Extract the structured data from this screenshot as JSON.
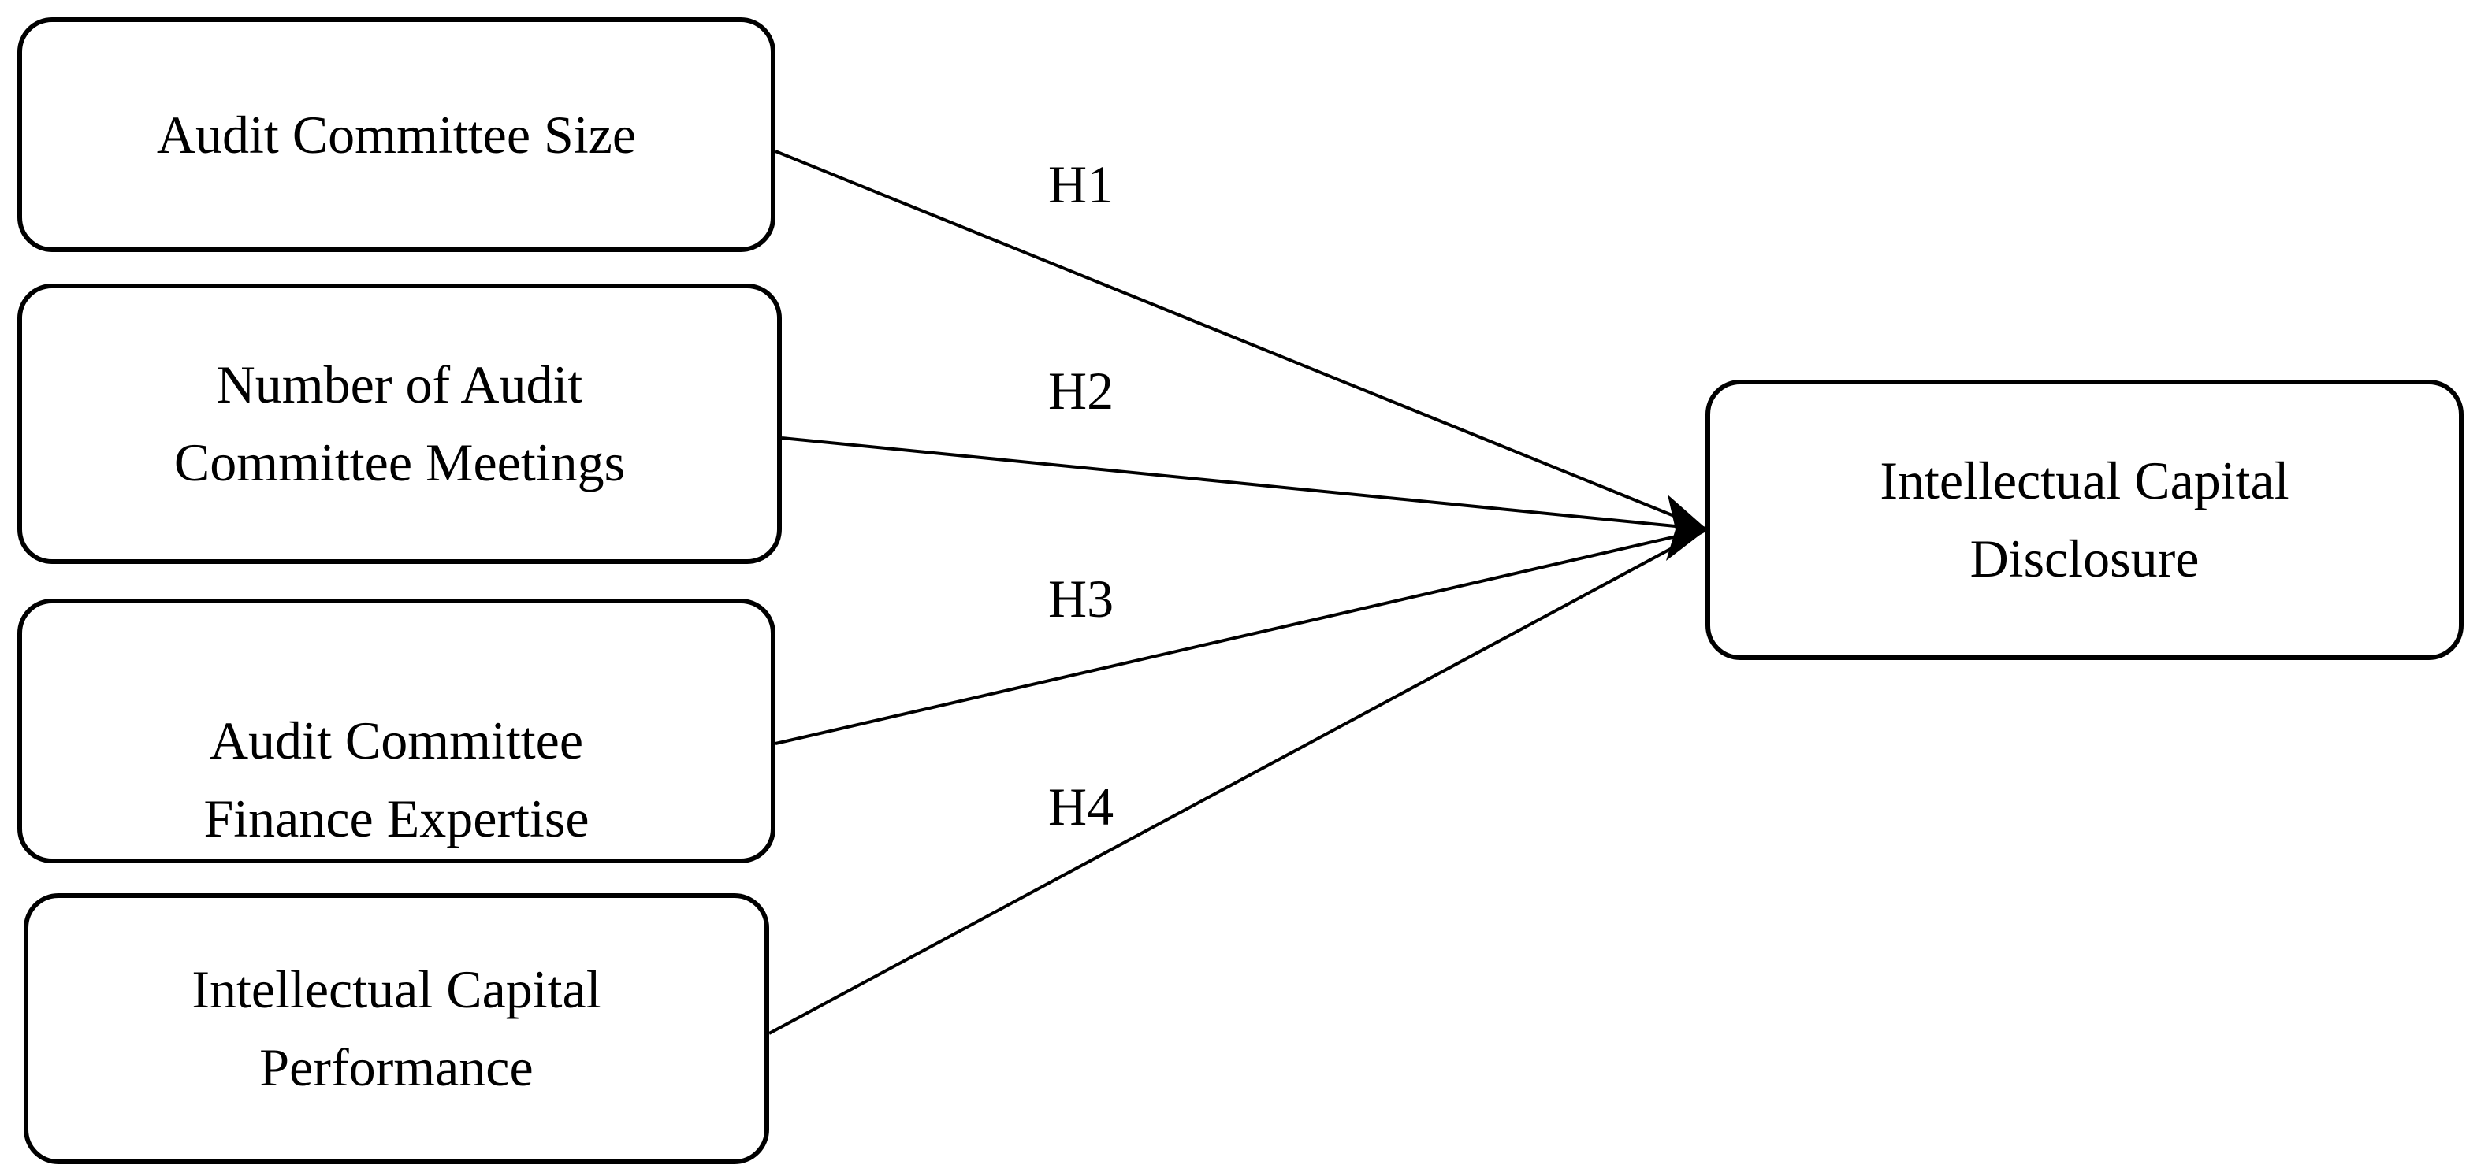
{
  "diagram": {
    "independent_variables": [
      {
        "id": "ac-size",
        "lines": [
          "Audit Committee Size"
        ]
      },
      {
        "id": "meetings",
        "lines": [
          "Number of Audit",
          "Committee Meetings"
        ]
      },
      {
        "id": "expertise",
        "lines": [
          "Audit Committee",
          "Finance Expertise"
        ]
      },
      {
        "id": "icp",
        "lines": [
          "Intellectual Capital",
          "Performance"
        ]
      }
    ],
    "dependent_variable": {
      "id": "icd",
      "lines": [
        "Intellectual Capital",
        "Disclosure"
      ]
    },
    "hypotheses": [
      {
        "label": "H1",
        "from": "ac-size",
        "to": "icd"
      },
      {
        "label": "H2",
        "from": "meetings",
        "to": "icd"
      },
      {
        "label": "H3",
        "from": "expertise",
        "to": "icd"
      },
      {
        "label": "H4",
        "from": "icp",
        "to": "icd"
      }
    ],
    "colors": {
      "stroke": "#000000",
      "text": "#000000",
      "background": "#ffffff"
    }
  }
}
